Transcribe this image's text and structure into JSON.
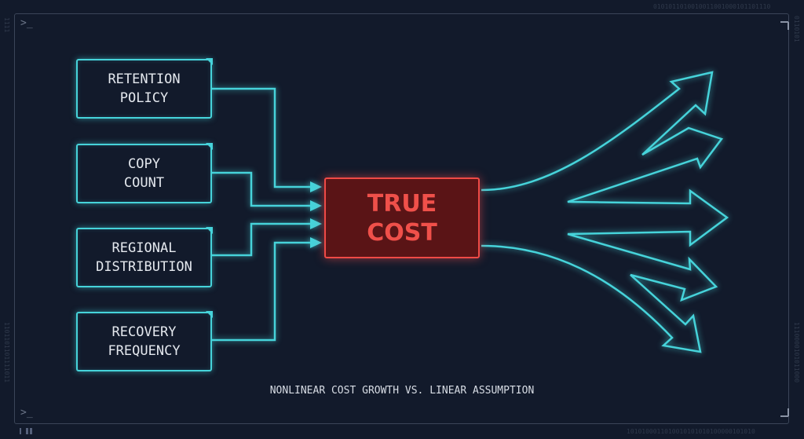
{
  "decor": {
    "binary_top": "0101011010010011001000101101110",
    "binary_bottom": "1010100011010010101010100000101010",
    "binary_left_top": "1111",
    "binary_right_top": "0110101",
    "binary_left_bottom": "1101101101111011",
    "binary_right_bottom": "1110000101011000",
    "prompt_glyph": ">_"
  },
  "inputs": [
    {
      "lines": [
        "RETENTION",
        "POLICY"
      ]
    },
    {
      "lines": [
        "COPY",
        "COUNT"
      ]
    },
    {
      "lines": [
        "REGIONAL",
        "DISTRIBUTION"
      ]
    },
    {
      "lines": [
        "RECOVERY",
        "FREQUENCY"
      ]
    }
  ],
  "core": {
    "lines": [
      "TRUE",
      "COST"
    ]
  },
  "caption": "NONLINEAR COST GROWTH VS. LINEAR ASSUMPTION",
  "colors": {
    "accent": "#46d3da",
    "core_border": "#ef4a46",
    "core_fill": "#5a1416",
    "background": "#121a2b"
  }
}
